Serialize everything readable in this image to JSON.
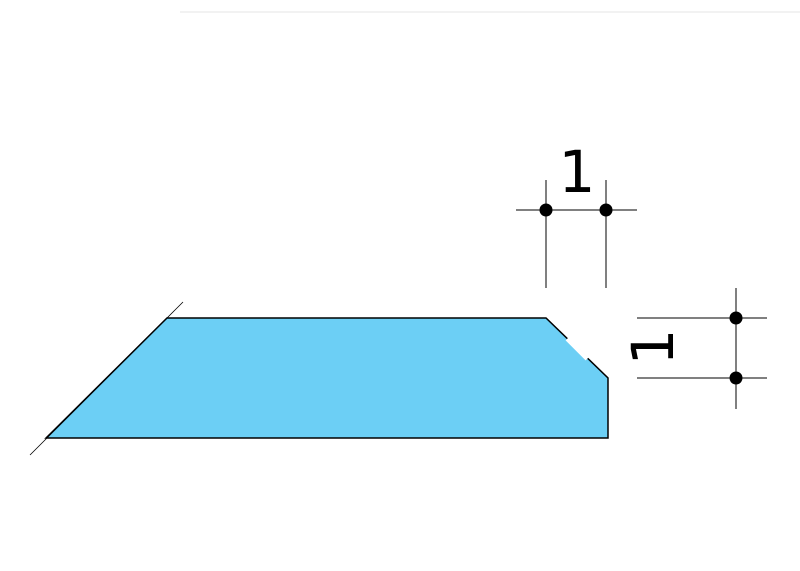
{
  "drawing": {
    "shape_fill": "#6ccff5",
    "line_color": "#000000",
    "dimensions": [
      {
        "label": "1",
        "orientation": "horizontal"
      },
      {
        "label": "1",
        "orientation": "vertical"
      }
    ]
  }
}
